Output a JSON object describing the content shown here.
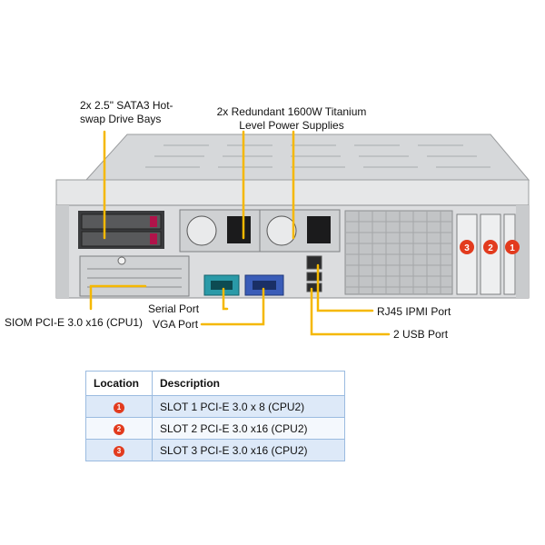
{
  "labels": {
    "drive_bays_line1": "2x 2.5\" SATA3 Hot-",
    "drive_bays_line2": "swap Drive Bays",
    "power_line1": "2x Redundant  1600W Titanium",
    "power_line2": "Level Power Supplies",
    "siom": "SIOM PCI-E 3.0 x16 (CPU1)",
    "serial": "Serial Port",
    "vga": "VGA Port",
    "rj45": "RJ45 IPMI Port",
    "usb": "2 USB Port"
  },
  "colors": {
    "callout_line": "#f5b800",
    "slot_marker": "#e23b1e",
    "serial_port": "#2a9aa8",
    "vga_port": "#3a5cb8",
    "table_border": "#9bbbe0",
    "table_row_shaded": "#dde9f8"
  },
  "slot_markers": [
    "3",
    "2",
    "1"
  ],
  "table": {
    "headers": [
      "Location",
      "Description"
    ],
    "rows": [
      {
        "marker": "1",
        "desc": "SLOT 1 PCI-E 3.0 x 8 (CPU2)"
      },
      {
        "marker": "2",
        "desc": "SLOT 2 PCI-E 3.0 x16 (CPU2)"
      },
      {
        "marker": "3",
        "desc": "SLOT 3 PCI-E 3.0 x16 (CPU2)"
      }
    ]
  }
}
